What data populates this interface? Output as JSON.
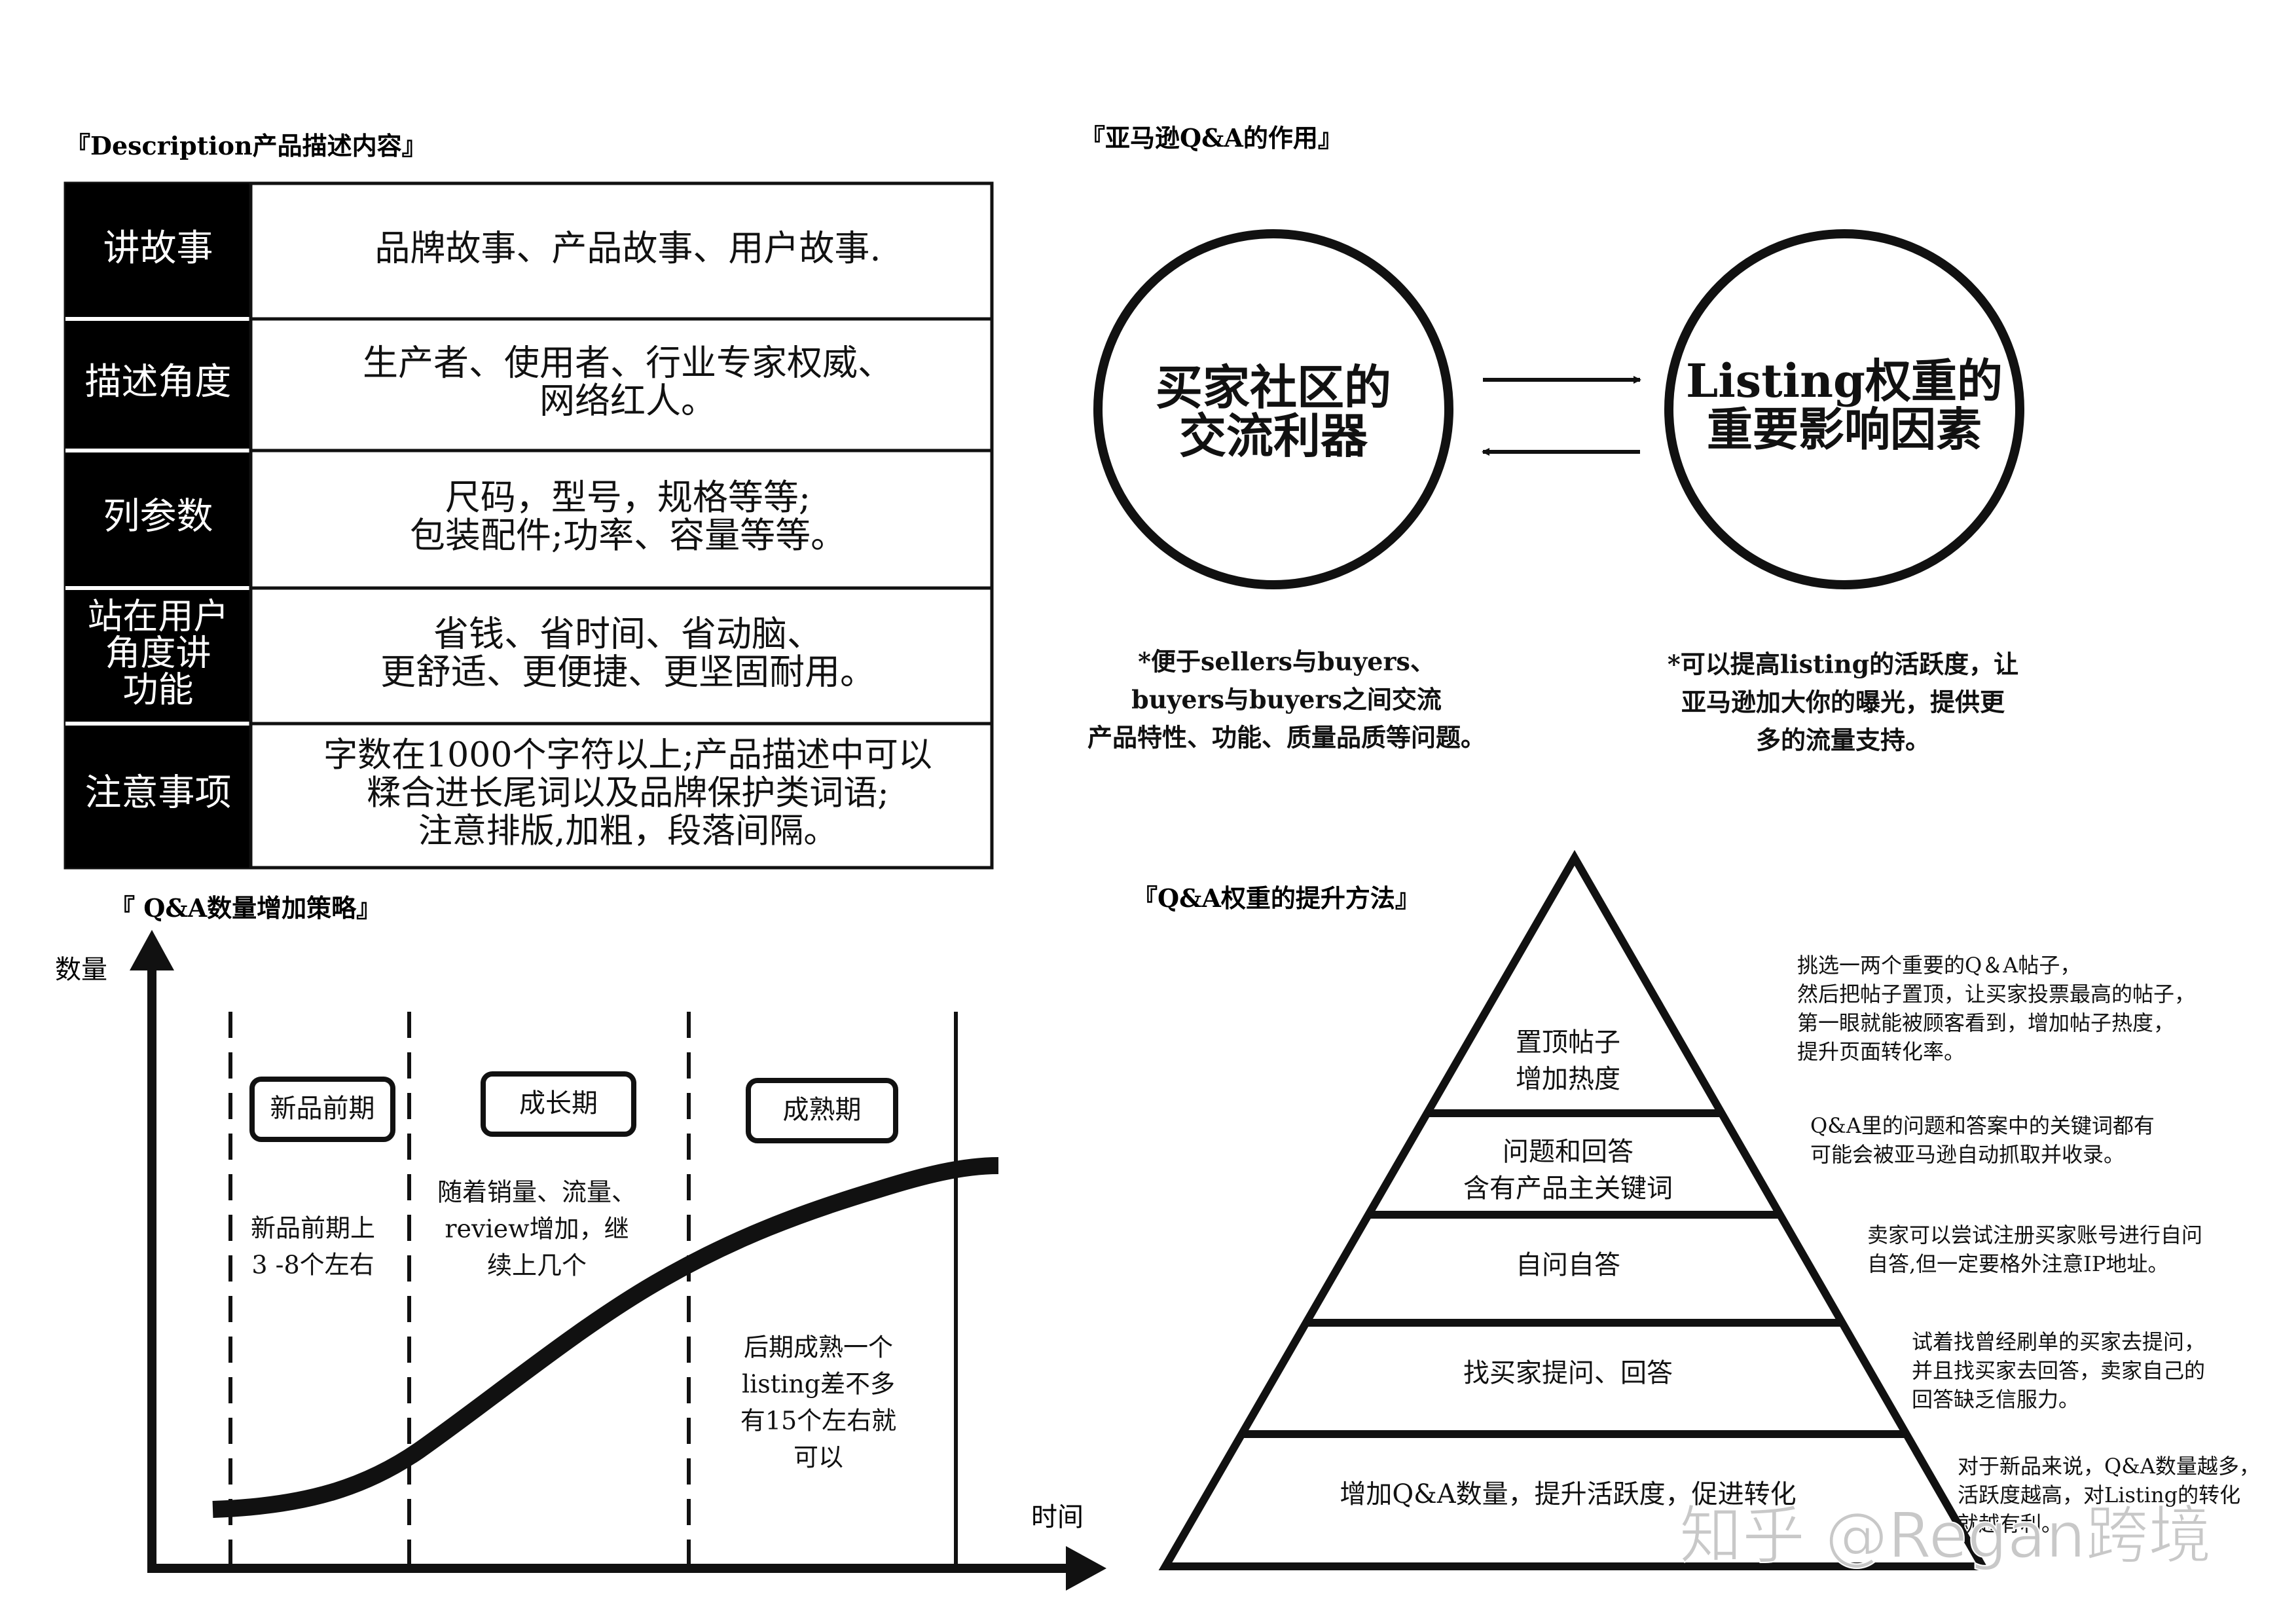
{
  "description": {
    "title": "『Description产品描述内容』",
    "rows": [
      {
        "label": [
          "讲故事"
        ],
        "content": [
          "品牌故事、产品故事、用户故事."
        ]
      },
      {
        "label": [
          "描述角度"
        ],
        "content": [
          "生产者、使用者、行业专家权威、",
          "网络红人。"
        ]
      },
      {
        "label": [
          "列参数"
        ],
        "content": [
          "尺码，型号，规格等等;",
          "包装配件;功率、容量等等。"
        ]
      },
      {
        "label": [
          "站在用户",
          "角度讲",
          "功能"
        ],
        "content": [
          "省钱、省时间、省动脑、",
          "更舒适、更便捷、更坚固耐用。"
        ]
      },
      {
        "label": [
          "注意事项"
        ],
        "content": [
          "字数在1000个字符以上;产品描述中可以",
          "糅合进长尾词以及品牌保护类词语;",
          "注意排版,加粗，段落间隔。"
        ]
      }
    ]
  },
  "qa_role": {
    "title": "『亚马逊Q&A的作用』",
    "left_circle": [
      "买家社区的",
      "交流利器"
    ],
    "right_circle": [
      "Listing权重的",
      "重要影响因素"
    ],
    "left_note": [
      "*便于sellers与buyers、",
      "buyers与buyers之间交流",
      "产品特性、功能、质量品质等问题。"
    ],
    "right_note": [
      "*可以提高listing的活跃度，让",
      "亚马逊加大你的曝光，提供更",
      "多的流量支持。"
    ]
  },
  "qa_strategy": {
    "title": "『 Q&A数量增加策略』",
    "y_axis_label": "数量",
    "x_axis_label": "时间",
    "phases": [
      {
        "name": "新品前期",
        "desc": [
          "新品前期上",
          "3 -8个左右"
        ]
      },
      {
        "name": "成长期",
        "desc": [
          "随着销量、流量、",
          "review增加，继",
          "续上几个"
        ]
      },
      {
        "name": "成熟期",
        "desc": [
          "后期成熟一个",
          "listing差不多",
          "有15个左右就",
          "可以"
        ]
      }
    ]
  },
  "qa_weight": {
    "title": "『Q&A权重的提升方法』",
    "levels": [
      {
        "label": [
          "置顶帖子",
          "增加热度"
        ],
        "note": [
          "挑选一两个重要的Q＆A帖子，",
          "然后把帖子置顶，让买家投票最高的帖子，",
          "第一眼就能被顾客看到，增加帖子热度，",
          "提升页面转化率。"
        ]
      },
      {
        "label": [
          "问题和回答",
          "含有产品主关键词"
        ],
        "note": [
          "Q&A里的问题和答案中的关键词都有",
          "可能会被亚马逊自动抓取并收录。"
        ]
      },
      {
        "label": [
          "自问自答"
        ],
        "note": [
          "卖家可以尝试注册买家账号进行自问",
          "自答,但一定要格外注意IP地址。"
        ]
      },
      {
        "label": [
          "找买家提问、回答"
        ],
        "note": [
          "试着找曾经刷单的买家去提问，",
          "并且找买家去回答，卖家自己的",
          "回答缺乏信服力。"
        ]
      },
      {
        "label": [
          "增加Q&A数量，提升活跃度，促进转化"
        ],
        "note": [
          "对于新品来说，Q&A数量越多，",
          "活跃度越高，对Listing的转化",
          "就越有利。"
        ]
      }
    ]
  },
  "watermark": "知乎 @Regan跨境",
  "colors": {
    "ink": "#111111",
    "label_bg": "#000000",
    "label_text": "#ffffff",
    "watermark": "#c8c8c8"
  }
}
